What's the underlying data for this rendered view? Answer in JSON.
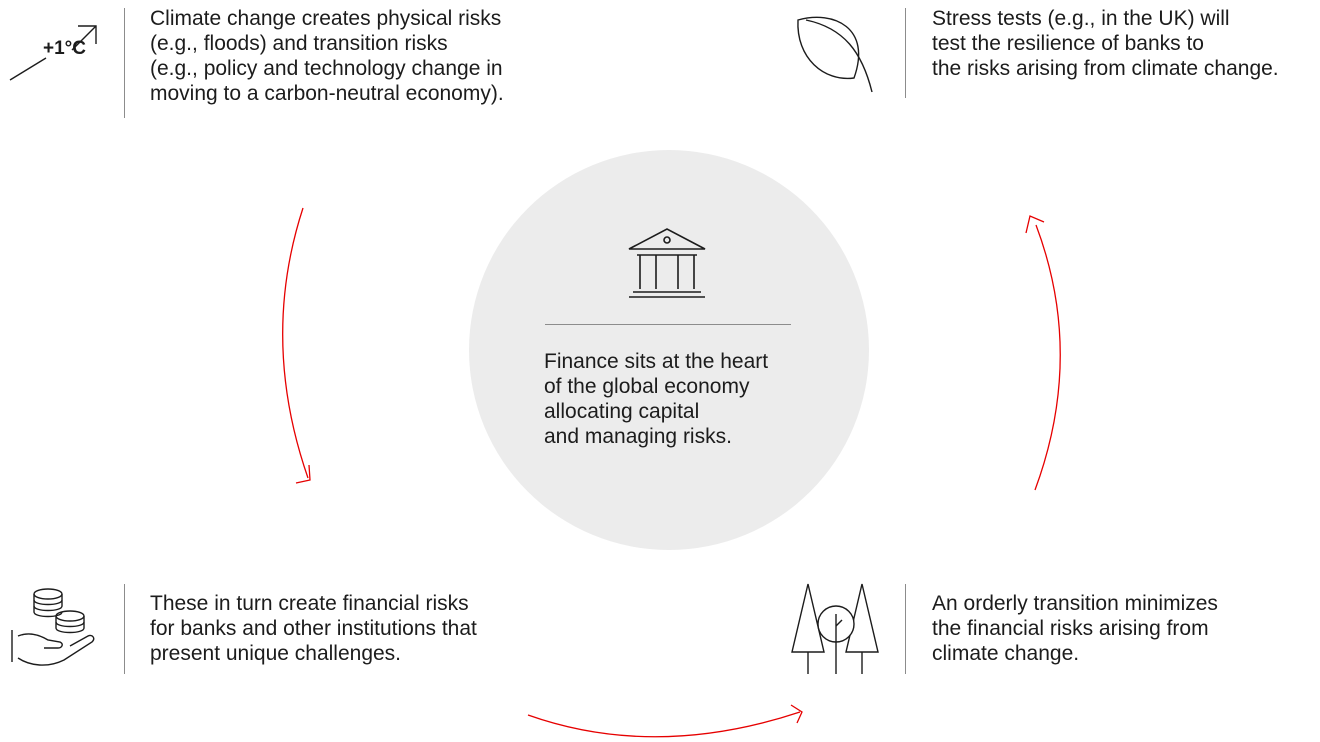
{
  "colors": {
    "accent": "#e60000",
    "icon": "#1c1c1c",
    "circle": "#ececec",
    "divider": "#8c8c8c"
  },
  "steps": [
    {
      "icon": "temperature-rise-icon",
      "icon_label": "+1°C",
      "lines": [
        "Climate change creates physical risks",
        "(e.g., floods) and transition risks",
        "(e.g., policy and technology change in",
        "moving to a carbon-neutral economy)."
      ]
    },
    {
      "icon": "leaf-icon",
      "lines": [
        "Stress tests (e.g., in the UK) will",
        "test the resilience of banks to",
        "the risks arising from climate change."
      ]
    },
    {
      "icon": "coins-in-hand-icon",
      "lines": [
        "These in turn create financial risks",
        "for banks and other institutions that",
        "present unique challenges."
      ]
    },
    {
      "icon": "trees-icon",
      "lines": [
        "An orderly transition minimizes",
        "the financial risks arising from",
        "climate change."
      ]
    }
  ],
  "center": {
    "icon": "bank-building-icon",
    "lines": [
      "Finance sits at the heart",
      "of the global economy",
      "allocating capital",
      "and managing risks."
    ]
  }
}
